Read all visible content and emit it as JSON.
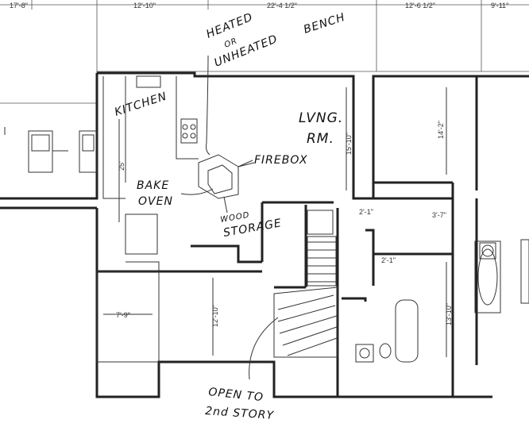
{
  "dimensions": {
    "top": [
      "17'-8\"",
      "12'-10\"",
      "22'-4 1/2\"",
      "12'-6 1/2\"",
      "9'-11\""
    ],
    "kitchen_depth": "25'",
    "living_depth": "15'-10\"",
    "right_room_depth": "14'-2\"",
    "dim_2_1_a": "2'-1\"",
    "dim_3_7": "3'-7\"",
    "dim_2_1_b": "2'-1\"",
    "garage_width": "7'-9\"",
    "center_depth": "12'-10\"",
    "bath_depth": "13'-10\""
  },
  "annotations": {
    "heated_1": "HEATED",
    "heated_2": "OR",
    "heated_3": "UNHEATED",
    "bench": "BENCH",
    "kitchen": "KITCHEN",
    "living_1": "LVNG.",
    "living_2": "RM.",
    "firebox": "FIREBOX",
    "bake_1": "BAKE",
    "bake_2": "OVEN",
    "wood_1": "WOOD",
    "wood_2": "STORAGE",
    "open_1": "OPEN TO",
    "open_2": "2nd STORY"
  }
}
